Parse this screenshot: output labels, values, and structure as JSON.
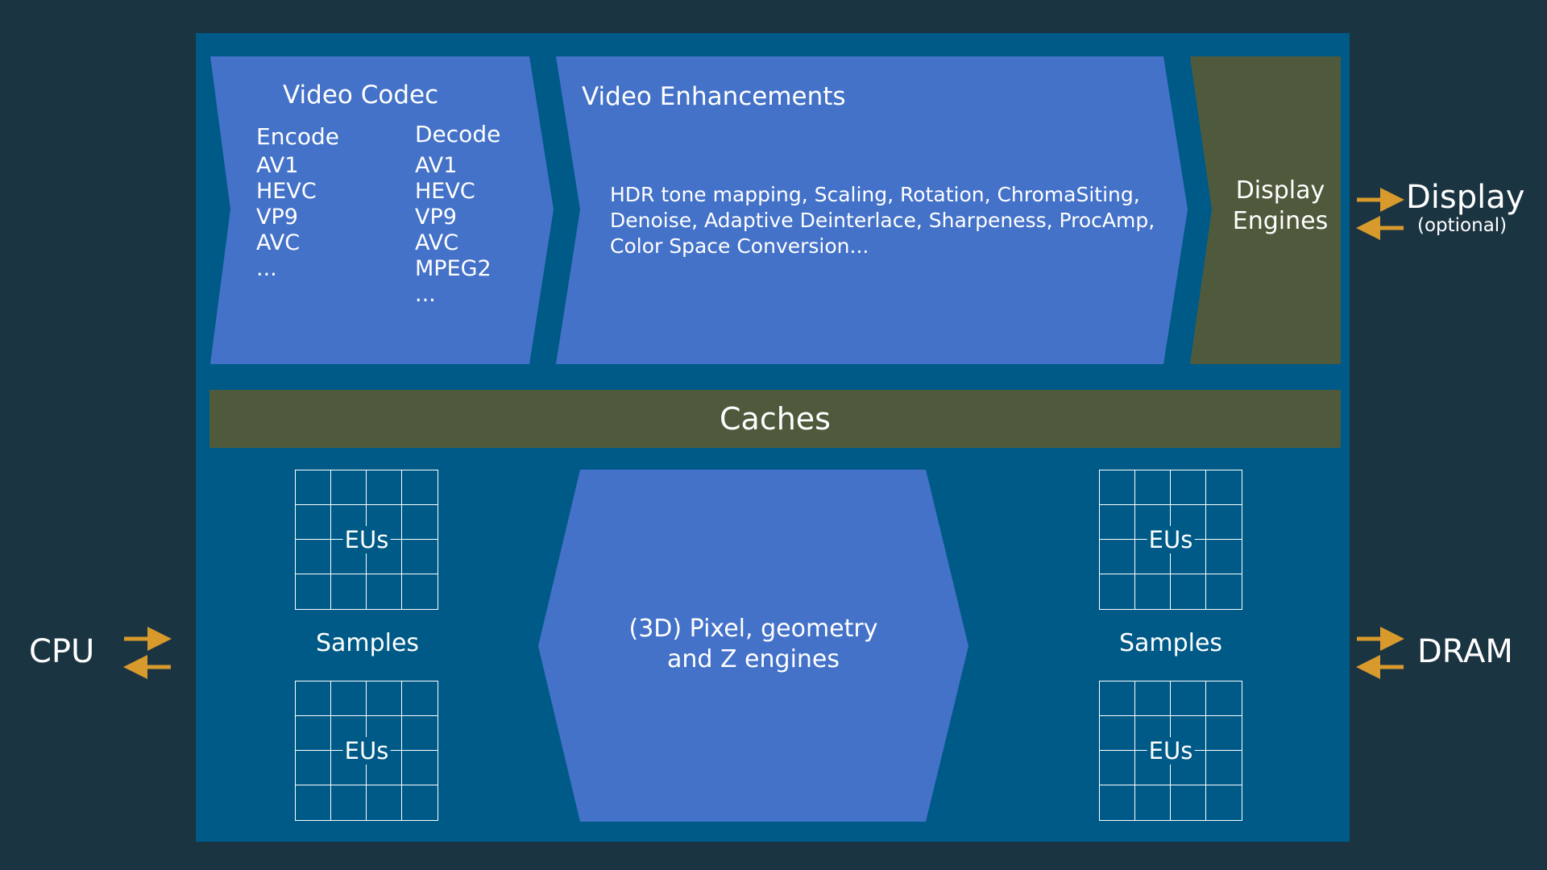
{
  "colors": {
    "background": "#1b3442",
    "chip": "#005a87",
    "engine_blue": "#4472c8",
    "olive": "#4f5a3c",
    "arrow": "#d89a2c",
    "text": "#ffffff"
  },
  "video_codec": {
    "title": "Video Codec",
    "encode": {
      "heading": "Encode",
      "items": [
        "AV1",
        "HEVC",
        "VP9",
        "AVC",
        "..."
      ]
    },
    "decode": {
      "heading": "Decode",
      "items": [
        "AV1",
        "HEVC",
        "VP9",
        "AVC",
        "MPEG2",
        "..."
      ]
    }
  },
  "video_enhancements": {
    "title": "Video Enhancements",
    "lines": [
      "HDR tone mapping, Scaling, Rotation, ChromaSiting,",
      "Denoise, Adaptive Deinterlace, Sharpeness, ProcAmp,",
      "Color Space Conversion..."
    ]
  },
  "display_engines": {
    "line1": "Display",
    "line2": "Engines"
  },
  "caches": {
    "label": "Caches"
  },
  "eu_label": "EUs",
  "samples_left": "Samples",
  "samples_right": "Samples",
  "pixel_engines": {
    "line1": "(3D) Pixel, geometry",
    "line2": "and Z engines"
  },
  "external": {
    "display": "Display",
    "display_note": "(optional)",
    "cpu": "CPU",
    "dram": "DRAM"
  }
}
